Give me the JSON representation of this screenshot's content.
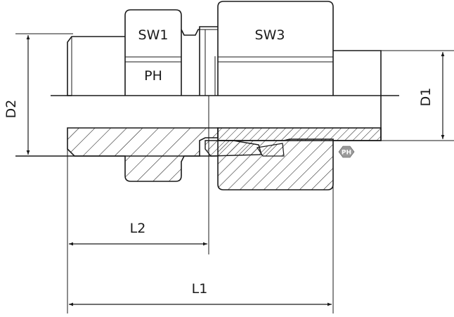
{
  "labels": {
    "sw1": "SW1",
    "sw3": "SW3",
    "ph": "PH",
    "d1": "D1",
    "d2": "D2",
    "l1": "L1",
    "l2": "L2"
  },
  "logo": {
    "text": "PH",
    "fill_color": "#9a9a9a",
    "text_color": "#ffffff"
  },
  "colors": {
    "line": "#1a1a1a",
    "background": "#ffffff"
  }
}
